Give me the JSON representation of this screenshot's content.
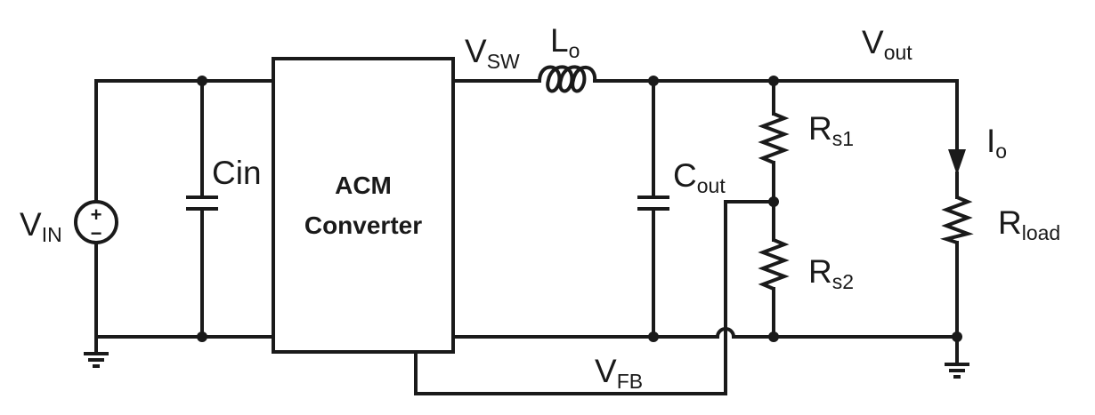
{
  "diagram": {
    "converter_block": {
      "line1": "ACM",
      "line2": "Converter"
    },
    "labels": {
      "vin": {
        "main": "V",
        "sub": "IN"
      },
      "cin": {
        "main": "Cin"
      },
      "vsw": {
        "main": "V",
        "sub": "SW"
      },
      "lo": {
        "main": "L",
        "sub": "o"
      },
      "vout": {
        "main": "V",
        "sub": "out"
      },
      "cout": {
        "main": "C",
        "sub": "out"
      },
      "rs1": {
        "main": "R",
        "sub": "s1"
      },
      "rs2": {
        "main": "R",
        "sub": "s2"
      },
      "io": {
        "main": "I",
        "sub": "o"
      },
      "rload": {
        "main": "R",
        "sub": "load"
      },
      "vfb": {
        "main": "V",
        "sub": "FB"
      }
    },
    "source_symbols": {
      "plus": "+",
      "minus": "−"
    }
  }
}
